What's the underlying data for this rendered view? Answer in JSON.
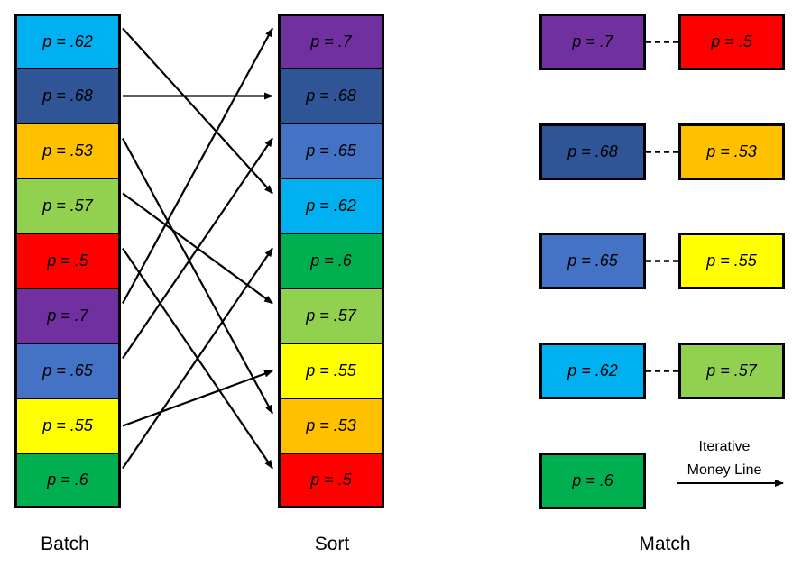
{
  "colors": {
    "c62": "#00b0f0",
    "c68": "#2f5597",
    "c53": "#ffc000",
    "c57": "#92d050",
    "c5": "#ff0000",
    "c7": "#7030a0",
    "c65": "#4472c4",
    "c55": "#ffff00",
    "c6": "#00b050"
  },
  "batch": {
    "caption": "Batch",
    "items": [
      {
        "label": "p = .62",
        "color": "c62"
      },
      {
        "label": "p = .68",
        "color": "c68"
      },
      {
        "label": "p = .53",
        "color": "c53"
      },
      {
        "label": "p = .57",
        "color": "c57"
      },
      {
        "label": "p = .5",
        "color": "c5"
      },
      {
        "label": "p = .7",
        "color": "c7"
      },
      {
        "label": "p = .65",
        "color": "c65"
      },
      {
        "label": "p = .55",
        "color": "c55"
      },
      {
        "label": "p = .6",
        "color": "c6"
      }
    ]
  },
  "sort": {
    "caption": "Sort",
    "items": [
      {
        "label": "p = .7",
        "color": "c7"
      },
      {
        "label": "p = .68",
        "color": "c68"
      },
      {
        "label": "p = .65",
        "color": "c65"
      },
      {
        "label": "p = .62",
        "color": "c62"
      },
      {
        "label": "p = .6",
        "color": "c6"
      },
      {
        "label": "p = .57",
        "color": "c57"
      },
      {
        "label": "p = .55",
        "color": "c55"
      },
      {
        "label": "p = .53",
        "color": "c53"
      },
      {
        "label": "p = .5",
        "color": "c5"
      }
    ]
  },
  "batch_to_sort": [
    3,
    1,
    7,
    5,
    8,
    0,
    2,
    6,
    4
  ],
  "match": {
    "caption": "Match",
    "pairs": [
      {
        "left": {
          "label": "p = .7",
          "color": "c7"
        },
        "right": {
          "label": "p = .5",
          "color": "c5"
        }
      },
      {
        "left": {
          "label": "p = .68",
          "color": "c68"
        },
        "right": {
          "label": "p = .53",
          "color": "c53"
        }
      },
      {
        "left": {
          "label": "p = .65",
          "color": "c65"
        },
        "right": {
          "label": "p = .55",
          "color": "c55"
        }
      },
      {
        "left": {
          "label": "p = .62",
          "color": "c62"
        },
        "right": {
          "label": "p = .57",
          "color": "c57"
        }
      },
      {
        "left": {
          "label": "p = .6",
          "color": "c6"
        },
        "right": null
      }
    ]
  },
  "legend": {
    "line1": "Iterative",
    "line2": "Money Line"
  }
}
